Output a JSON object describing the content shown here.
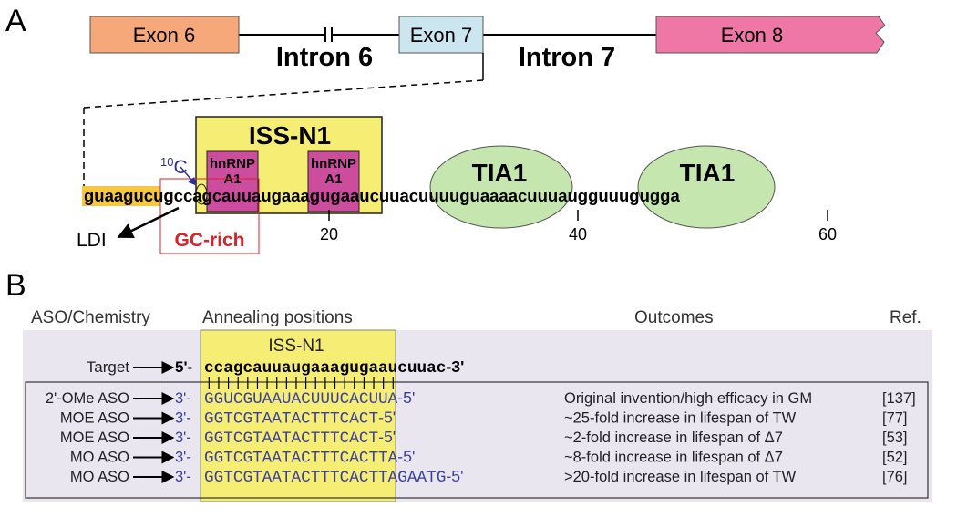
{
  "panel_a": {
    "label": "A",
    "gene": {
      "exon6": "Exon 6",
      "exon7": "Exon 7",
      "exon8": "Exon 8",
      "intron6": "Intron 6",
      "intron7": "Intron 7"
    },
    "zoom": {
      "iss_label": "ISS-N1",
      "c10_sup": "10",
      "c10_base": "C",
      "hnrnp_top": "hnRNP",
      "hnrnp_bottom": "A1",
      "tia1": "TIA1",
      "seq_exon": "guaagu",
      "seq_cug": "cug",
      "seq_c": "c",
      "seq_iss": "cagcauuaugaaag",
      "seq_rest": "ugaaucuuacuuuuguaaaacuuuaugguuugugga",
      "ldi": "LDI",
      "gc_rich": "GC-rich",
      "tick20": "20",
      "tick40": "40",
      "tick60": "60"
    },
    "colors": {
      "exon6": "#f7a87a",
      "exon7": "#cce6ef",
      "exon8": "#ee77a5",
      "iss_box": "#f6ee74",
      "hnrnp": "#cc4d9e",
      "tia1": "#c6e6b0",
      "exon_highlight": "#f5c842",
      "gc_rich": "#d8232a",
      "c10": "#2e3192"
    }
  },
  "panel_b": {
    "label": "B",
    "headers": {
      "chemistry": "ASO/Chemistry",
      "positions": "Annealing positions",
      "outcomes": "Outcomes",
      "ref": "Ref."
    },
    "iss_label": "ISS-N1",
    "target": {
      "label": "Target",
      "prefix": "5'-",
      "iss_part": "ccagcauuaugaaag",
      "rest": "ugaaucuuac",
      "suffix": "-3'"
    },
    "rows": [
      {
        "chem": "2'-OMe ASO",
        "prefix": "3'-",
        "iss": "GGUCGUAAUACUUUC",
        "rest": "ACUUA",
        "suffix": "-5'",
        "outcome": "Original invention/high efficacy in GM",
        "ref": "[137]"
      },
      {
        "chem": "MOE ASO",
        "prefix": "3'-",
        "iss": "GGTCGTAATACTTTC",
        "rest": "ACT",
        "suffix": "-5'",
        "outcome": "~25-fold increase in lifespan of TW",
        "ref": "[77]"
      },
      {
        "chem": "MOE ASO",
        "prefix": "3'-",
        "iss": "GGTCGTAATACTTTC",
        "rest": "ACT",
        "suffix": "-5'",
        "outcome": "~2-fold increase in lifespan of Δ7",
        "ref": "[53]"
      },
      {
        "chem": "MO ASO",
        "prefix": "3'-",
        "iss": "GGTCGTAATACTTTC",
        "rest": "ACTTA",
        "suffix": "-5'",
        "outcome": "~8-fold increase in lifespan of Δ7",
        "ref": "[52]"
      },
      {
        "chem": "MO ASO",
        "prefix": "3'-",
        "iss": "GGTCGTAATACTTTC",
        "rest": "ACTTAGAATG",
        "suffix": "-5'",
        "outcome": ">20-fold increase in lifespan of TW",
        "ref": "[76]"
      }
    ],
    "colors": {
      "panel_bg": "#e9e6f0",
      "iss_bg": "#f6ee74",
      "aso_text": "#3b3f9e"
    }
  }
}
